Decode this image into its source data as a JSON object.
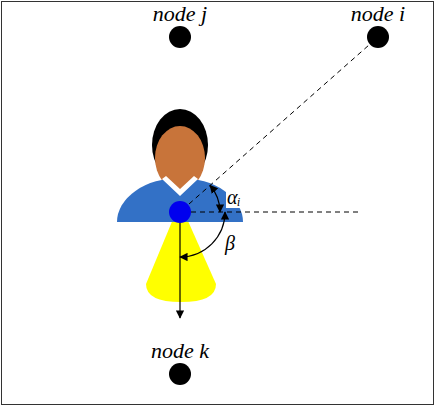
{
  "diagram": {
    "nodes": [
      {
        "text": [
          "node j"
        ]
      },
      {
        "text": [
          "node i"
        ]
      },
      {
        "text": [
          "node k"
        ]
      }
    ],
    "labels": [
      "αᵢ",
      "β"
    ]
  }
}
